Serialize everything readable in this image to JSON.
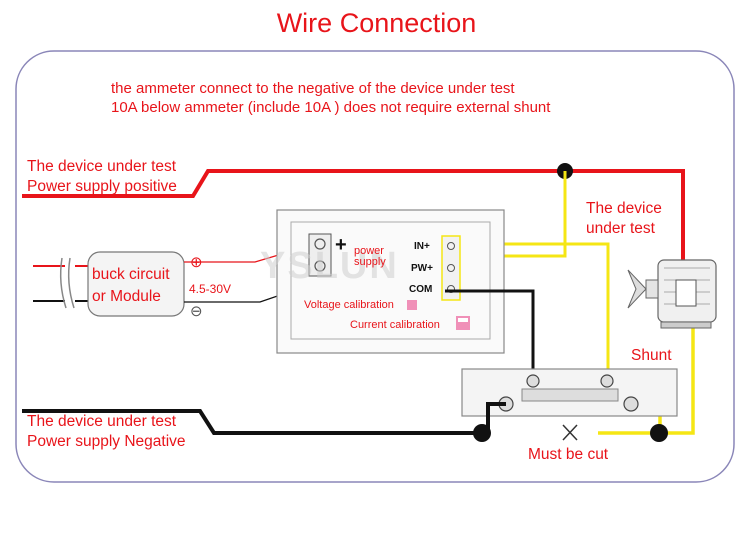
{
  "title": "Wire Connection",
  "notes": {
    "line1": "the ammeter connect to the negative of the device under test",
    "line2": "10A below ammeter (include 10A ) does not require external shunt"
  },
  "positive_supply": {
    "line1": "The device under test",
    "line2": "Power supply positive"
  },
  "negative_supply": {
    "line1": "The device under test",
    "line2": "Power supply Negative"
  },
  "device_under_test": {
    "line1": "The device",
    "line2": "under test"
  },
  "module": {
    "line1": "buck circuit",
    "line2": "or Module",
    "voltage": "4.5-30V",
    "plus": "⊕",
    "minus": "⊖"
  },
  "meter": {
    "power_label_1": "power",
    "power_label_2": "supply",
    "plus_sign": "+",
    "terminal_in": "IN+",
    "terminal_pw": "PW+",
    "terminal_com": "COM",
    "voltage_calibration": "Voltage calibration",
    "current_calibration": "Current calibration",
    "watermark": "YSLUN"
  },
  "shunt_label": "Shunt",
  "cut_label": "Must be cut",
  "colors": {
    "red": "#e8141a",
    "yellow": "#f5e614",
    "black": "#111111",
    "frame": "#8a86b8"
  }
}
